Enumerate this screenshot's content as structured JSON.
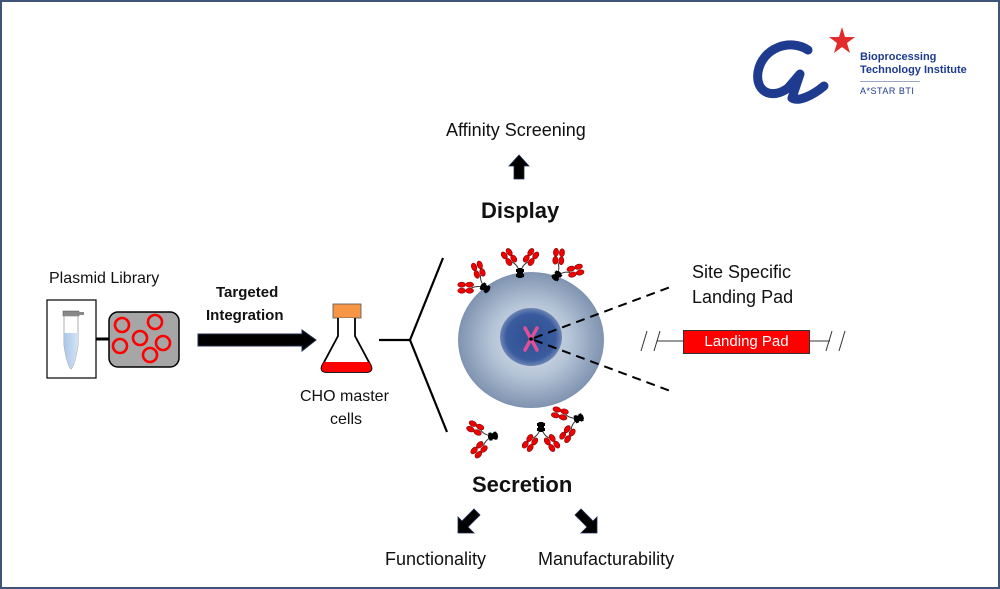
{
  "logo": {
    "mark": "a*",
    "line1": "Bioprocessing",
    "line2": "Technology Institute",
    "subtitle": "A*STAR BTI",
    "colors": {
      "blue": "#1e3b8f",
      "red": "#e32b2b"
    }
  },
  "left": {
    "plasmid_label": "Plasmid Library",
    "arrow_label_line1": "Targeted",
    "arrow_label_line2": "Integration",
    "flask_label_line1": "CHO master",
    "flask_label_line2": "cells"
  },
  "center": {
    "display_label": "Display",
    "affinity_label": "Affinity Screening",
    "secretion_label": "Secretion",
    "functionality_label": "Functionality",
    "manufacturability_label": "Manufacturability"
  },
  "right": {
    "site_label_line1": "Site Specific",
    "site_label_line2": "Landing Pad",
    "landing_pad_box": "Landing Pad"
  },
  "colors": {
    "frame": "#3f5478",
    "plasmid_red": "#ff0000",
    "flask_cap": "#f79646",
    "flask_liquid": "#ff0000",
    "cell_outer": "#8fa3bf",
    "nucleus": "#34589a",
    "chromosome": "#e0509a"
  }
}
